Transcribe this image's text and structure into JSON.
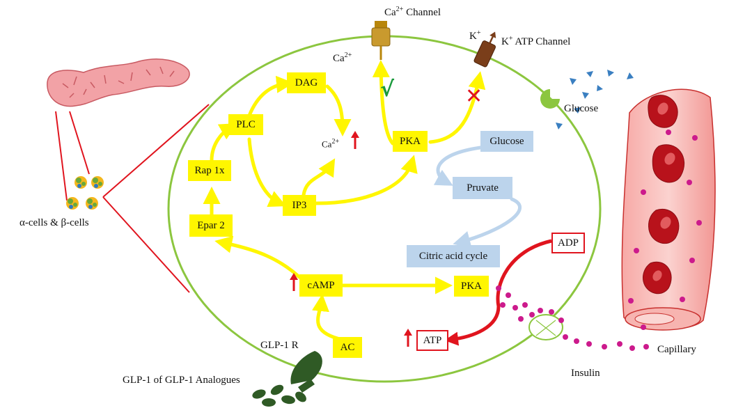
{
  "labels": {
    "ca_channel_base": "Ca",
    "ca_channel_sup": "2+",
    "ca_channel_rest": " Channel",
    "ca_left_base": "Ca",
    "ca_left_sup": "2+",
    "k_ion_base": "K",
    "k_ion_sup": "+",
    "k_channel_base": "K",
    "k_channel_sup": "+",
    "k_channel_rest": " ATP Channel",
    "ca_mid_base": "Ca",
    "ca_mid_sup": "2+",
    "glucose_outside": "Glucose",
    "alpha_beta_cells": "α-cells & β-cells",
    "glp1_r": "GLP-1 R",
    "glp1_analogues": "GLP-1 of GLP-1 Analogues",
    "insulin": "Insulin",
    "capillary": "Capillary"
  },
  "boxes": {
    "dag": "DAG",
    "plc": "PLC",
    "pka_top": "PKA",
    "rap1x": "Rap 1x",
    "ip3": "IP3",
    "epar2": "Epar 2",
    "camp": "cAMP",
    "pka_bottom": "PKA",
    "ac": "AC",
    "glucose_inside": "Glucose",
    "pruvate": "Pruvate",
    "citric_acid_cycle": "Citric acid cycle",
    "adp": "ADP",
    "atp": "ATP"
  },
  "symbols": {
    "check": "√",
    "cross": "✕"
  },
  "colors": {
    "cell_membrane": "#8cc63f",
    "pathway_yellow": "#fff600",
    "metabolic_blue": "#bcd4ec",
    "atp_red": "#e0141e",
    "capillary": "#f5a3a0",
    "insulin_magenta": "#cc1a8c",
    "glucose_blue": "#3a7fc1"
  }
}
